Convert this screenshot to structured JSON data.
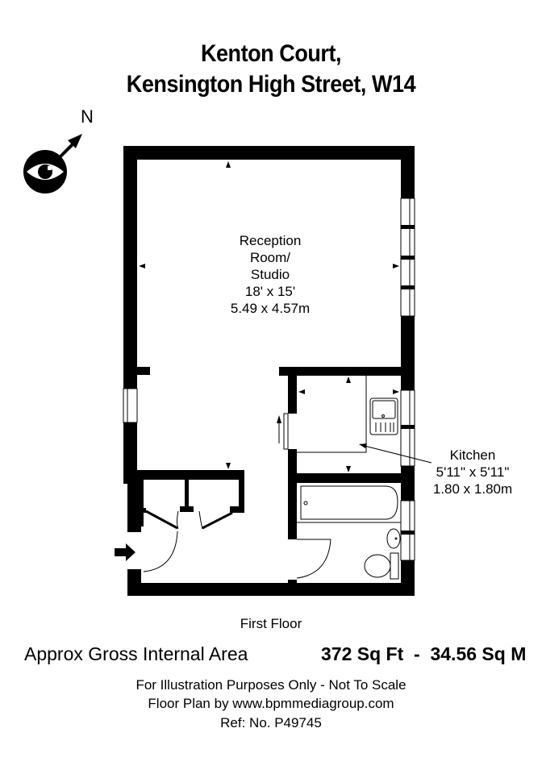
{
  "header": {
    "title_line1": "Kenton Court,",
    "title_line2": "Kensington High Street, W14"
  },
  "compass": {
    "icon": "eye-north-arrow-icon",
    "north_label": "N"
  },
  "rooms": [
    {
      "name_line1": "Reception",
      "name_line2": "Room/",
      "name_line3": "Studio",
      "imperial": "18' x 15'",
      "metric": "5.49 x 4.57m"
    },
    {
      "name_line1": "Kitchen",
      "imperial": "5'11\" x 5'11\"",
      "metric": "1.80 x 1.80m"
    }
  ],
  "floor_label": "First Floor",
  "area": {
    "label": "Approx Gross Internal Area",
    "value": "372 Sq Ft  -  34.56 Sq M"
  },
  "footer": {
    "disclaimer": "For Illustration Purposes Only - Not To Scale",
    "credit": "Floor Plan by www.bpmmediagroup.com",
    "ref": "Ref: No. P49745"
  },
  "colors": {
    "wall": "#000000",
    "background": "#ffffff"
  }
}
